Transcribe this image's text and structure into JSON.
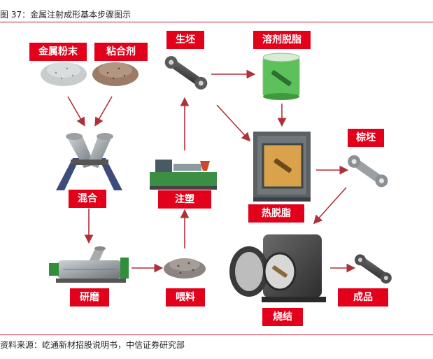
{
  "figure": {
    "caption": "图 37：金属注射成形基本步骤图示",
    "source": "资料来源：屹通新材招股说明书，中信证券研究部"
  },
  "steps": {
    "metal_powder": "金属粉末",
    "binder": "粘合剂",
    "mixing": "混合",
    "grinding": "研磨",
    "feedstock": "喂料",
    "injection": "注塑",
    "green_part": "生坯",
    "solvent_debinding": "溶剂脱脂",
    "brown_part": "棕坯",
    "thermal_debinding": "热脱脂",
    "sintering": "烧结",
    "finished_product": "成品"
  },
  "colors": {
    "label_bg": "#e2001a",
    "arrow": "#b0303a",
    "rule": "#c8102e"
  }
}
